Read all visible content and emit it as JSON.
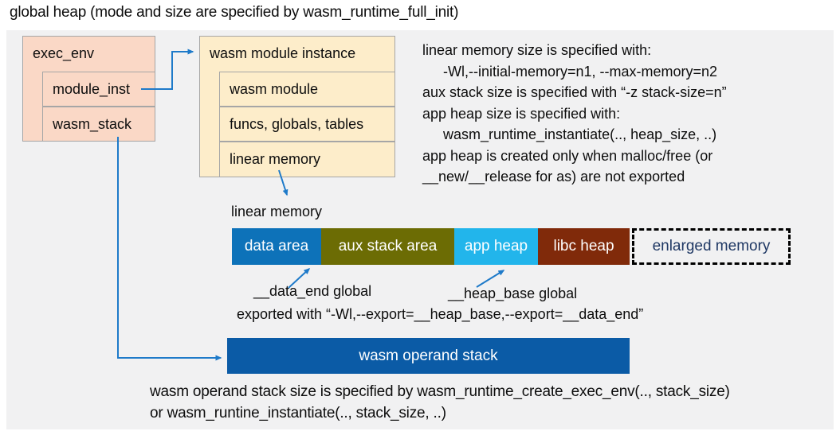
{
  "title": "global heap (mode and size are specified by wasm_runtime_full_init)",
  "exec_env": {
    "label": "exec_env",
    "module_inst": "module_inst",
    "wasm_stack": "wasm_stack"
  },
  "module_instance": {
    "label": "wasm module instance",
    "rows": [
      "wasm module",
      "funcs, globals, tables",
      "linear memory"
    ]
  },
  "notes_right": [
    "linear memory size is specified with:",
    "-Wl,--initial-memory=n1, --max-memory=n2",
    "aux stack size is specified with “-z stack-size=n”",
    "app heap size is specified with:",
    "wasm_runtime_instantiate(.., heap_size, ..)",
    "app heap is created only when malloc/free (or",
    "__new/__release for as) are not exported"
  ],
  "linear_memory": {
    "label": "linear memory",
    "segments": [
      {
        "label": "data area",
        "color": "#0d72b9"
      },
      {
        "label": "aux stack area",
        "color": "#6c6c04"
      },
      {
        "label": "app heap",
        "color": "#22b5eb"
      },
      {
        "label": "libc heap",
        "color": "#802a0a"
      }
    ],
    "enlarged": {
      "label": "enlarged memory",
      "text_color": "#1f3864"
    }
  },
  "annotations": {
    "data_end": "__data_end global",
    "heap_base": "__heap_base global",
    "exported": "exported with “-Wl,--export=__heap_base,--export=__data_end”"
  },
  "operand_stack": {
    "label": "wasm operand stack",
    "notes": [
      "wasm operand stack size is specified by wasm_runtime_create_exec_env(.., stack_size)",
      "or wasm_runtine_instantiate(.., stack_size, ..)"
    ]
  },
  "colors": {
    "panel_bg": "#f1f1f2",
    "exec_env_fill": "#fad8c6",
    "instance_fill": "#fdedca",
    "box_border": "#a6a6a6",
    "operand_stack_fill": "#0b5ba6",
    "arrow": "#1e7ac9",
    "enlarged_border": "#000000"
  }
}
